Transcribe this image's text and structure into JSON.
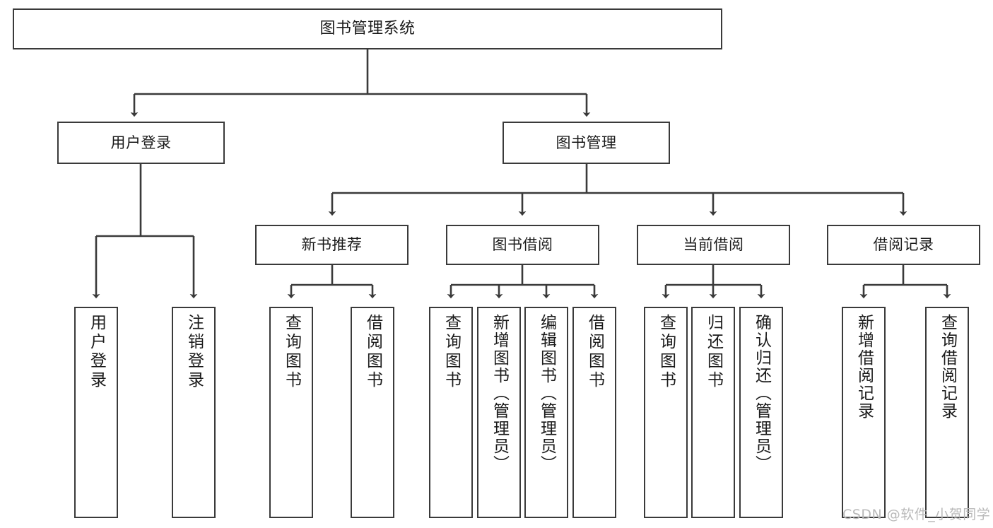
{
  "diagram": {
    "type": "tree",
    "title": "图书管理系统",
    "background_color": "#ffffff",
    "border_color": "#3a3a3a",
    "text_color": "#1b1b1b",
    "nodes": {
      "root": {
        "label": "图书管理系统"
      },
      "level2": [
        {
          "label": "用户登录"
        },
        {
          "label": "图书管理"
        }
      ],
      "level3": [
        {
          "label": "新书推荐"
        },
        {
          "label": "图书借阅"
        },
        {
          "label": "当前借阅"
        },
        {
          "label": "借阅记录"
        }
      ],
      "leaves": {
        "user_login": [
          {
            "label": "用户登录"
          },
          {
            "label": "注销登录"
          }
        ],
        "new_book_recommend": [
          {
            "label": "查询图书"
          },
          {
            "label": "借阅图书"
          }
        ],
        "book_borrow": [
          {
            "label": "查询图书"
          },
          {
            "label": "新增图书（管理员）"
          },
          {
            "label": "编辑图书（管理员）"
          },
          {
            "label": "借阅图书"
          }
        ],
        "current_borrow": [
          {
            "label": "查询图书"
          },
          {
            "label": "归还图书"
          },
          {
            "label": "确认归还（管理员）"
          }
        ],
        "borrow_record": [
          {
            "label": "新增借阅记录"
          },
          {
            "label": "查询借阅记录"
          }
        ]
      }
    }
  },
  "watermark": {
    "text": "CSDN @软件_小贺同学",
    "color": "#b9b9b9"
  }
}
